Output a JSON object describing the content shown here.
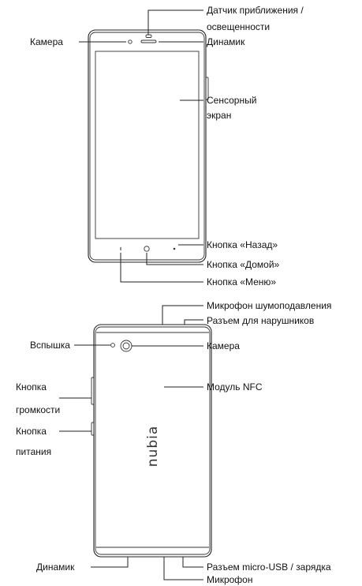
{
  "front_labels": {
    "sensor_line1": "Датчик приближения /",
    "sensor_line2": "освещенности",
    "front_camera": "Камера",
    "speaker": "Динамик",
    "touchscreen_line1": "Сенсорный",
    "touchscreen_line2": "экран",
    "back_button": "Кнопка «Назад»",
    "home_button": "Кнопка «Домой»",
    "menu_button": "Кнопка «Меню»"
  },
  "rear_labels": {
    "noise_mic": "Микрофон шумоподавления",
    "headphone_jack": "Разъем для нарушников",
    "flash": "Вспышка",
    "rear_camera": "Камера",
    "nfc_module": "Модуль NFC",
    "volume_line1": "Кнопка",
    "volume_line2": "громкости",
    "power_line1": "Кнопка",
    "power_line2": "питания",
    "bottom_speaker": "Динамик",
    "usb_port": "Разъем micro-USB / зарядка",
    "microphone": "Микрофон"
  },
  "brand_logo": "nubia"
}
